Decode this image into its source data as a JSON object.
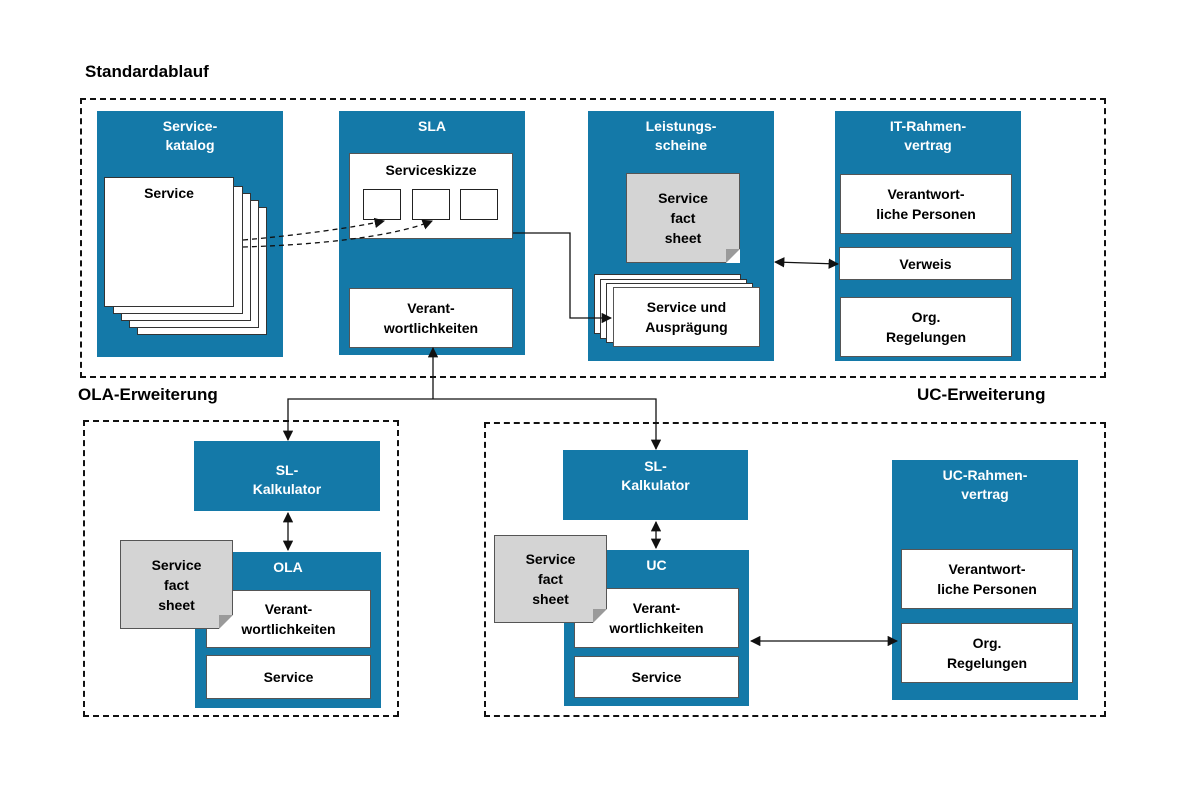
{
  "sections": {
    "standard": "Standardablauf",
    "ola_ext": "OLA-Erweiterung",
    "uc_ext": "UC-Erweiterung"
  },
  "standard": {
    "servicekatalog": {
      "title": "Service-\nkatalog",
      "sheet_label": "Service"
    },
    "sla": {
      "title": "SLA",
      "skizze": "Serviceskizze",
      "verantwortlichkeiten": "Verant-\nwortlichkeiten"
    },
    "leistungsscheine": {
      "title": "Leistungs-\nscheine",
      "fact_sheet": "Service\nfact\nsheet",
      "auspraegung": "Service und\nAusprägung"
    },
    "it_rahmenvertrag": {
      "title": "IT-Rahmen-\nvertrag",
      "personen": "Verantwort-\nliche Personen",
      "verweis": "Verweis",
      "regelungen": "Org.\nRegelungen"
    }
  },
  "ola": {
    "sl_kalkulator": "SL-\nKalkulator",
    "title": "OLA",
    "fact_sheet": "Service\nfact\nsheet",
    "verantwortlichkeiten": "Verant-\nwortlichkeiten",
    "service": "Service"
  },
  "uc": {
    "sl_kalkulator": "SL-\nKalkulator",
    "title": "UC",
    "fact_sheet": "Service\nfact\nsheet",
    "verantwortlichkeiten": "Verant-\nwortlichkeiten",
    "service": "Service",
    "rahmenvertrag": {
      "title": "UC-Rahmen-\nvertrag",
      "personen": "Verantwort-\nliche Personen",
      "regelungen": "Org.\nRegelungen"
    }
  },
  "colors": {
    "box_blue": "#1479a8",
    "fact_grey": "#d4d4d4",
    "border": "#111111"
  }
}
